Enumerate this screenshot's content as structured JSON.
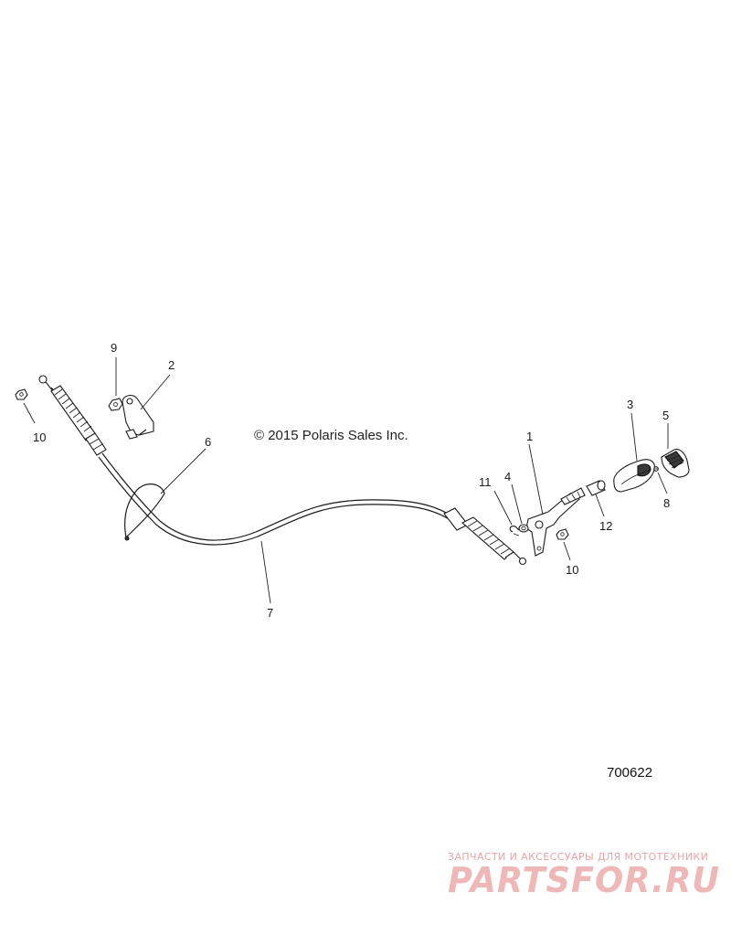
{
  "copyright": "© 2015 Polaris Sales Inc.",
  "diagram_id": "700622",
  "callouts": [
    "1",
    "2",
    "3",
    "4",
    "5",
    "6",
    "7",
    "8",
    "9",
    "10",
    "10",
    "11",
    "12"
  ],
  "watermark": {
    "tagline": "ЗАПЧАСТИ И АКСЕССУАРЫ ДЛЯ МОТОТЕХНИКИ",
    "logo": "PARTSFOR.RU"
  }
}
